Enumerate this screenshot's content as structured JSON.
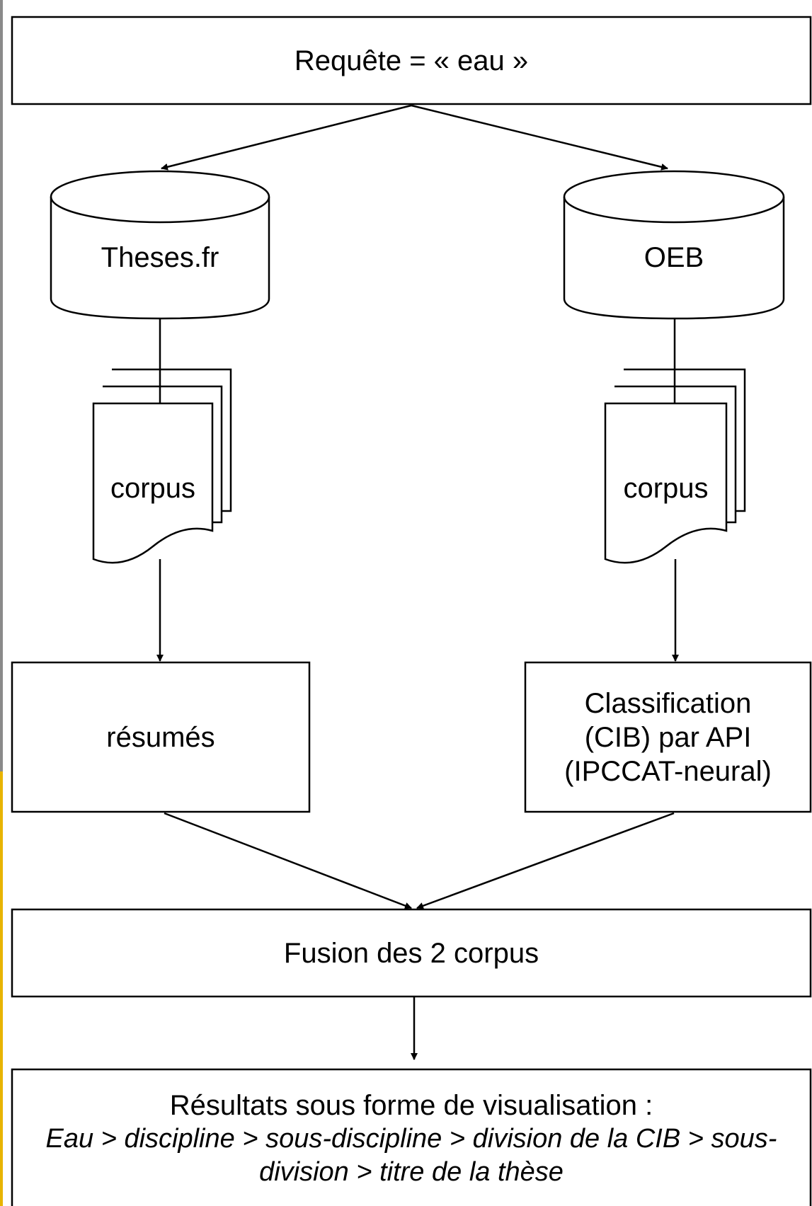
{
  "nodes": {
    "query": "Requête = « eau »",
    "db_left": "Theses.fr",
    "db_right": "OEB",
    "corpus_left": "corpus",
    "corpus_right": "corpus",
    "resumes": "résumés",
    "classification": "Classification (CIB) par API (IPCCAT-neural)",
    "fusion": "Fusion des 2 corpus",
    "results_title": "Résultats sous forme de visualisation :",
    "results_path": "Eau > discipline > sous-discipline > division de la CIB > sous-division > titre de la thèse"
  }
}
